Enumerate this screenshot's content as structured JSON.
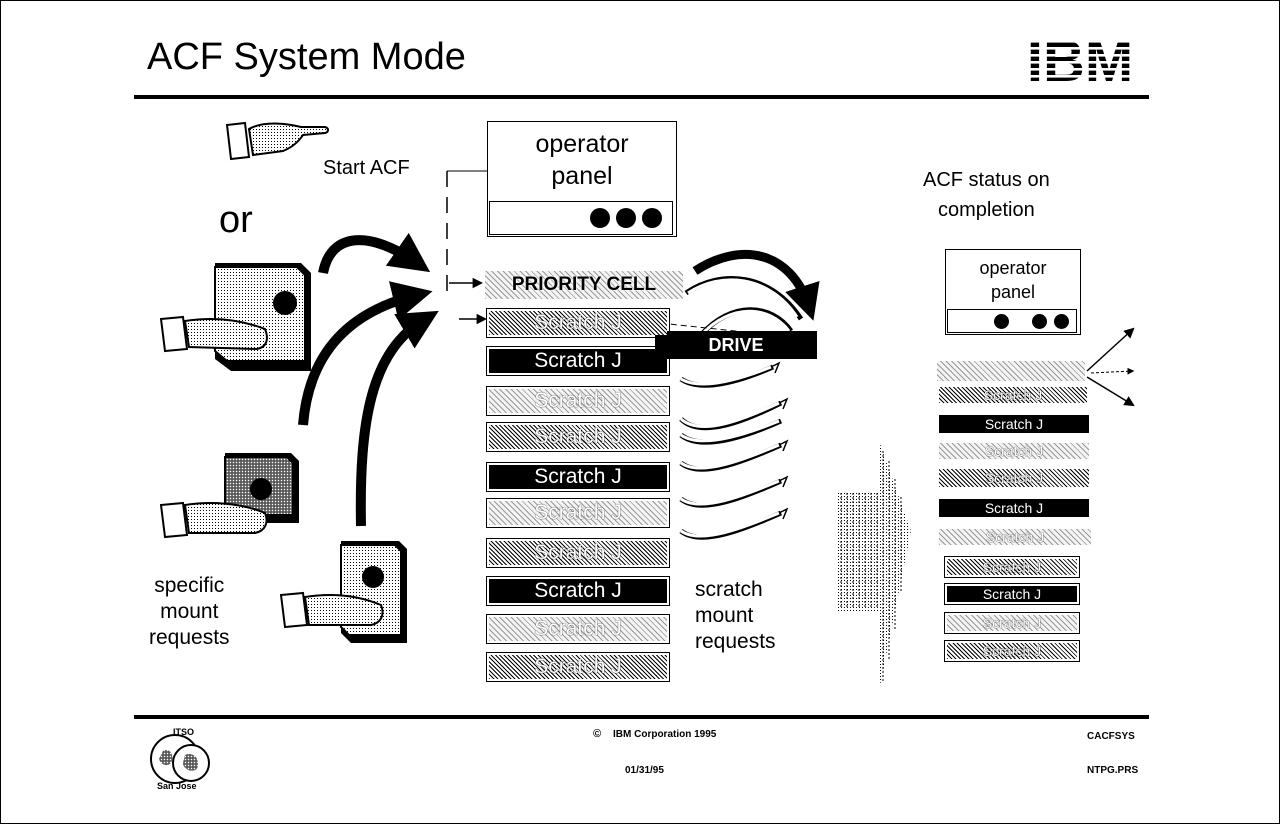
{
  "header": {
    "title": "ACF System Mode",
    "logo_text": "IBM"
  },
  "labels": {
    "start_acf": "Start ACF",
    "or": "or",
    "specific_requests": "specific\nmount\nrequests",
    "scratch_requests": "scratch\nmount\nrequests",
    "acf_status": "ACF status on\ncompletion"
  },
  "operator_panel": {
    "label": "operator\npanel"
  },
  "status_panel": {
    "label": "operator\npanel"
  },
  "priority_cell": "PRIORITY CELL",
  "drive": "DRIVE",
  "scratch_label": "Scratch  J",
  "footer": {
    "logo_text": "ITSO",
    "logo_subtext": "San Jose",
    "copyright": "IBM Corporation 1995",
    "date": "01/31/95",
    "doc_id": "CACFSYS",
    "file": "NTPG.PRS"
  }
}
